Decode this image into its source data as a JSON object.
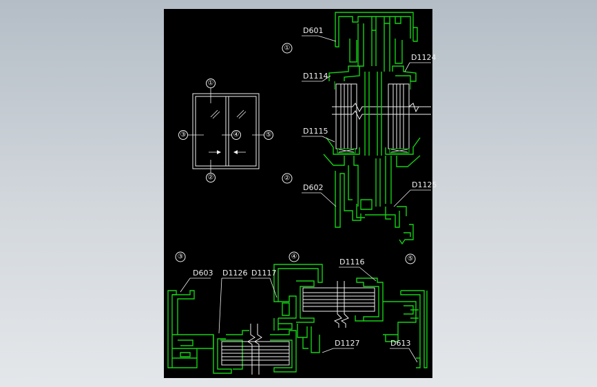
{
  "drawing": {
    "background_color": "#000000",
    "profile_color": "#14d214",
    "annotation_color": "#f2f2f2"
  },
  "elevation": {
    "markers": [
      "①",
      "②",
      "③",
      "④",
      "⑤"
    ]
  },
  "section_markers": {
    "m1": "①",
    "m2": "②",
    "m3": "③",
    "m4": "④",
    "m5": "⑤"
  },
  "labels": {
    "d601": "D601",
    "d1124": "D1124",
    "d1114": "D1114",
    "d1115": "D1115",
    "d602": "D602",
    "d1125": "D1125",
    "d603": "D603",
    "d1126": "D1126",
    "d1117": "D1117",
    "d1116": "D1116",
    "d1127": "D1127",
    "d613": "D613"
  }
}
